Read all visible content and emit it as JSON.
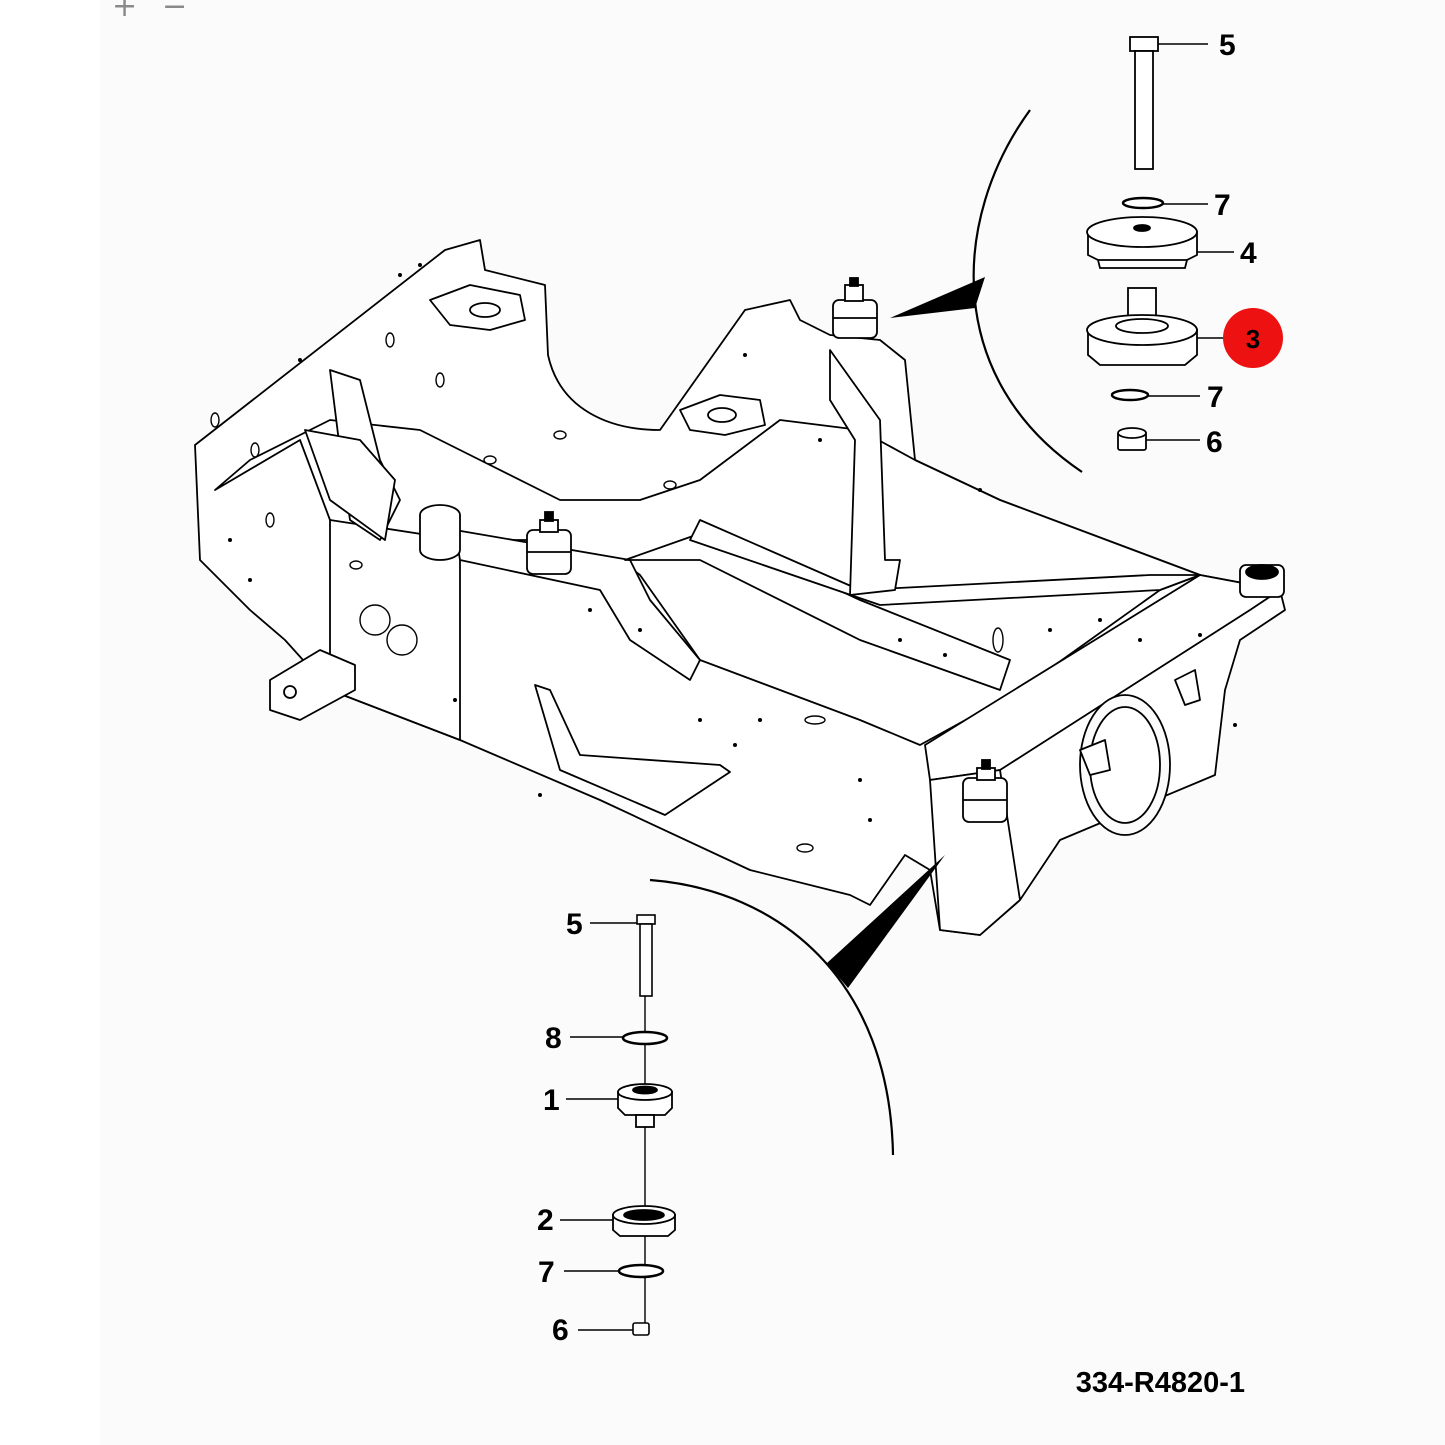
{
  "toolbar": {
    "zoom_in_label": "+",
    "zoom_out_label": "−"
  },
  "detail_upper": {
    "callouts": [
      {
        "part": "5"
      },
      {
        "part": "7"
      },
      {
        "part": "4"
      },
      {
        "part": "3",
        "highlighted": true
      },
      {
        "part": "7"
      },
      {
        "part": "6"
      }
    ]
  },
  "detail_lower": {
    "callouts": [
      {
        "part": "5"
      },
      {
        "part": "8"
      },
      {
        "part": "1"
      },
      {
        "part": "2"
      },
      {
        "part": "7"
      },
      {
        "part": "6"
      }
    ]
  },
  "drawing_number": "334-R4820-1",
  "colors": {
    "highlight": "#ee1111",
    "line": "#000000",
    "sheet": "#fbfbfb"
  }
}
